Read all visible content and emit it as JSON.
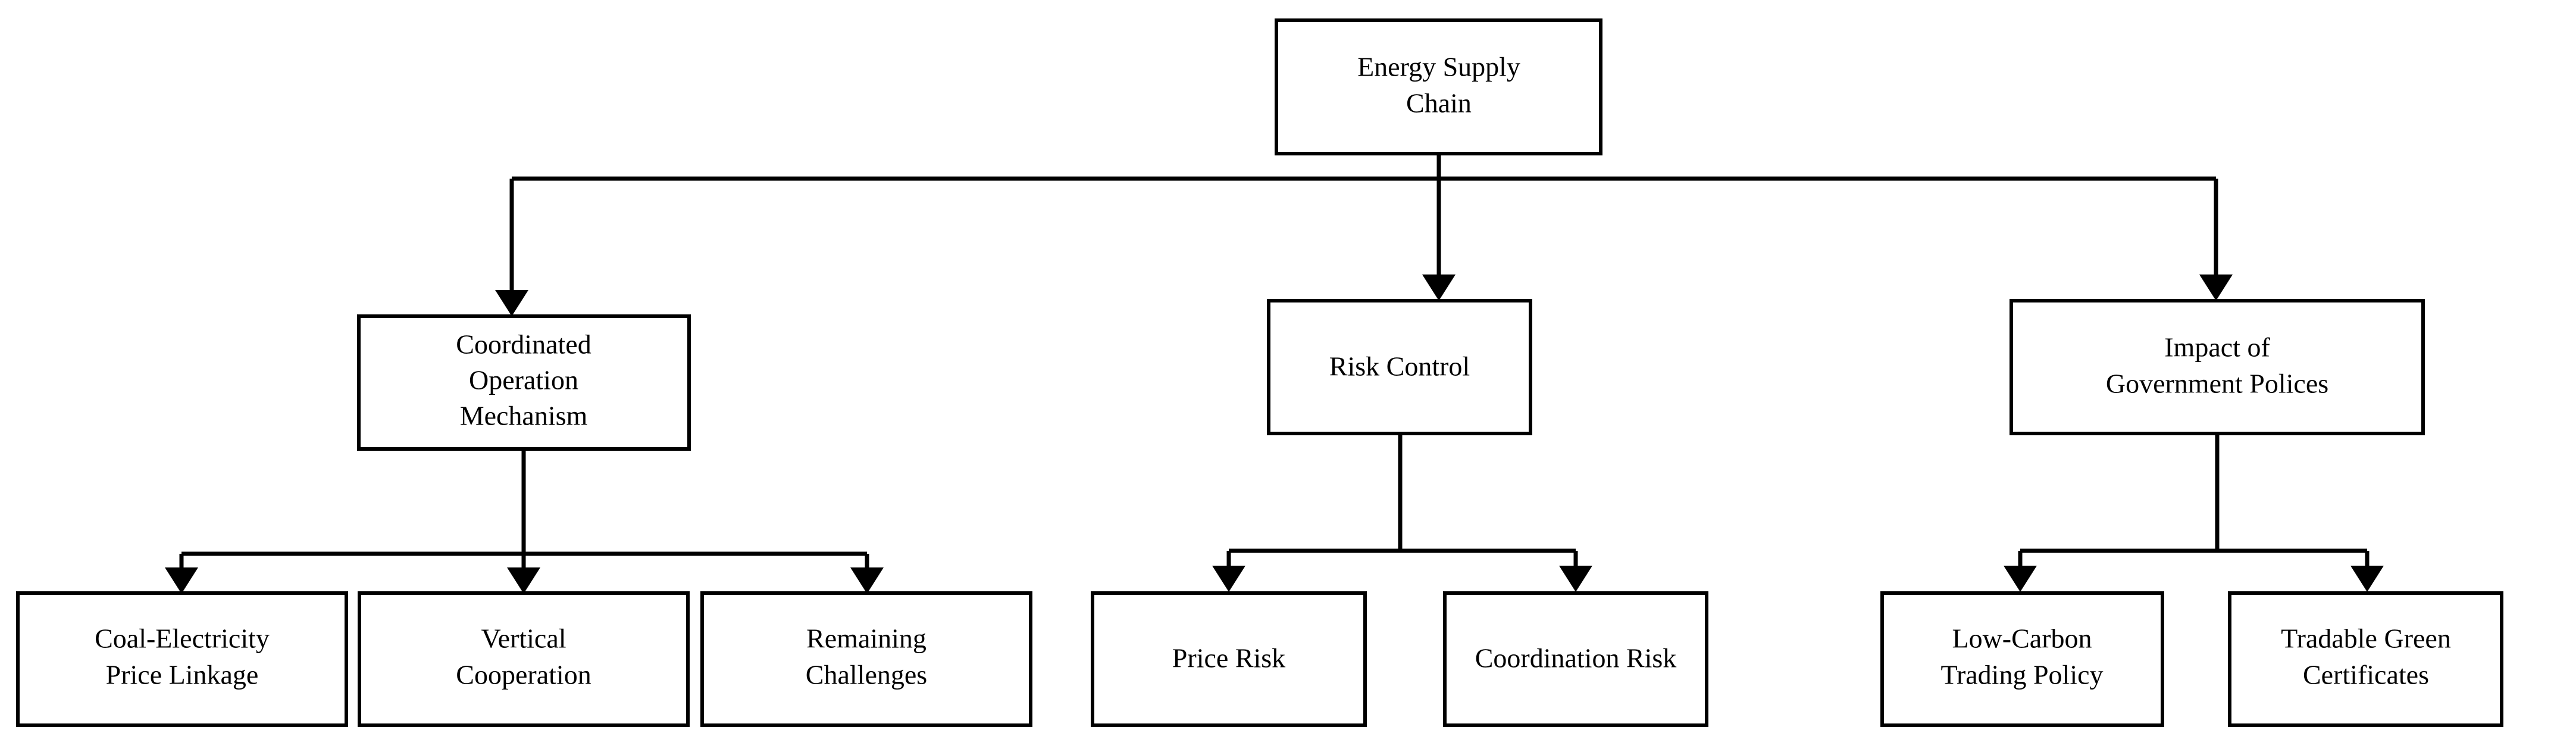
{
  "diagram": {
    "title": "Energy Supply Chain framework tree diagram",
    "type": "hierarchy-tree",
    "orientation": "top-down",
    "background_color": "#ffffff",
    "line_color": "#000000",
    "text_color": "#000000",
    "box_fill": "#ffffff",
    "levels": 3,
    "nodes": {
      "root": {
        "label": "Energy Supply Chain",
        "line1": "Energy Supply",
        "line2": "Chain"
      },
      "branch1": {
        "label": "Coordinated Operation Mechanism",
        "line1": "Coordinated",
        "line2": "Operation",
        "line3": "Mechanism"
      },
      "branch2": {
        "label": "Risk Control",
        "line1": "Risk Control"
      },
      "branch3": {
        "label": "Impact of Government Polices",
        "line1": "Impact of",
        "line2": "Government Polices"
      },
      "leaf1": {
        "label": "Coal-Electricity Price Linkage",
        "line1": "Coal-Electricity",
        "line2": "Price Linkage"
      },
      "leaf2": {
        "label": "Vertical Cooperation",
        "line1": "Vertical",
        "line2": "Cooperation"
      },
      "leaf3": {
        "label": "Remaining Challenges",
        "line1": "Remaining",
        "line2": "Challenges"
      },
      "leaf4": {
        "label": "Price Risk",
        "line1": "Price Risk"
      },
      "leaf5": {
        "label": "Coordination Risk",
        "line1": "Coordination Risk"
      },
      "leaf6": {
        "label": "Low-Carbon Trading Policy",
        "line1": "Low-Carbon",
        "line2": "Trading Policy"
      },
      "leaf7": {
        "label": "Tradable Green Certificates",
        "line1": "Tradable Green",
        "line2": "Certificates"
      }
    },
    "edges": [
      {
        "from": "root",
        "to": "branch1"
      },
      {
        "from": "root",
        "to": "branch2"
      },
      {
        "from": "root",
        "to": "branch3"
      },
      {
        "from": "branch1",
        "to": "leaf1"
      },
      {
        "from": "branch1",
        "to": "leaf2"
      },
      {
        "from": "branch1",
        "to": "leaf3"
      },
      {
        "from": "branch2",
        "to": "leaf4"
      },
      {
        "from": "branch2",
        "to": "leaf5"
      },
      {
        "from": "branch3",
        "to": "leaf6"
      },
      {
        "from": "branch3",
        "to": "leaf7"
      }
    ]
  }
}
